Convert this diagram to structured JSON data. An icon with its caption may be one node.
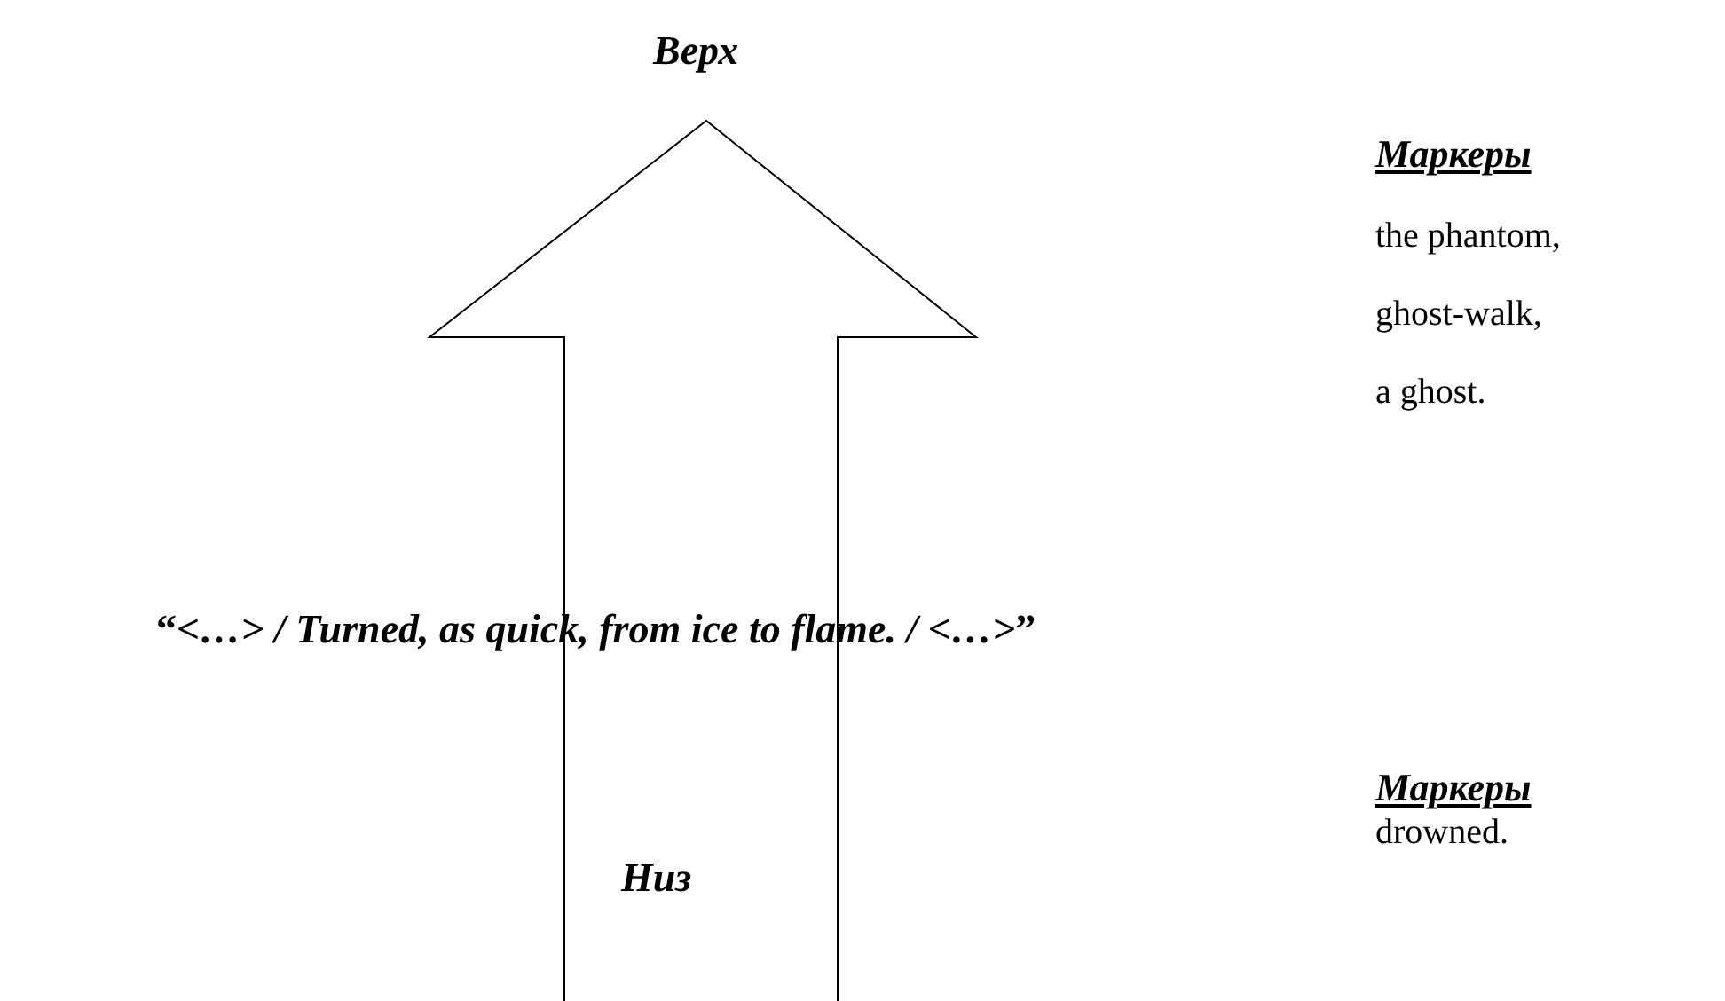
{
  "diagram": {
    "labels": [
      "Верх",
      "Маркеры",
      "the phantom,",
      "ghost-walk,",
      "a ghost.",
      "“*<…> / Turned, as quick, from ice to flame. / <…>*”",
      "Маркеры",
      "drowned.",
      "Низ"
    ]
  }
}
